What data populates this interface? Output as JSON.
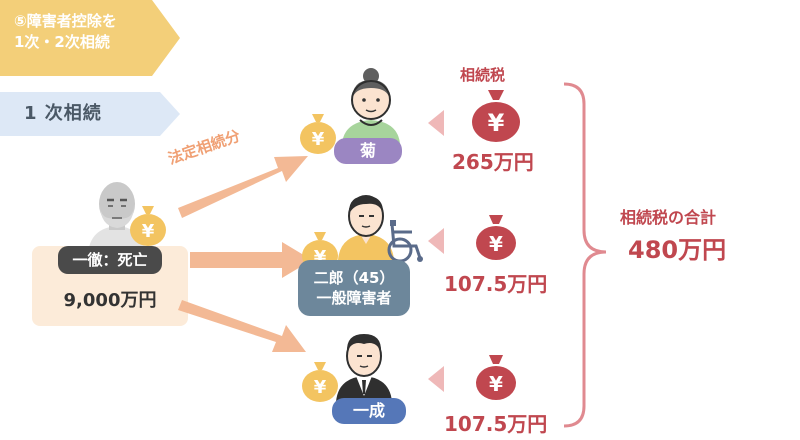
{
  "header": {
    "title_line1": "⑤障害者控除を",
    "title_line2": "1次・2次相続",
    "section": "1 次相続"
  },
  "decedent": {
    "name": "一徹：死亡",
    "estate": "9,000万円"
  },
  "arrow_label": "法定相続分",
  "heirs": [
    {
      "name": "菊",
      "tax": "265万円",
      "tag_color": "#9b86c2"
    },
    {
      "name_line1": "二郎（45）",
      "name_line2": "一般障害者",
      "tax": "107.5万円",
      "tag_color": "#6d879b"
    },
    {
      "name": "一成",
      "tax": "107.5万円",
      "tag_color": "#5577b8"
    }
  ],
  "tax_header": "相続税",
  "total": {
    "label": "相続税の合計",
    "amount": "480万円"
  },
  "colors": {
    "tax_red": "#c0474f",
    "money_bag": "#f3c461",
    "arrow": "#f3b995"
  },
  "icons": [
    "money-bag-icon",
    "yen-bag-icon",
    "wheelchair-icon",
    "grandmother-icon",
    "grandfather-icon",
    "man-icon",
    "brace-icon"
  ]
}
